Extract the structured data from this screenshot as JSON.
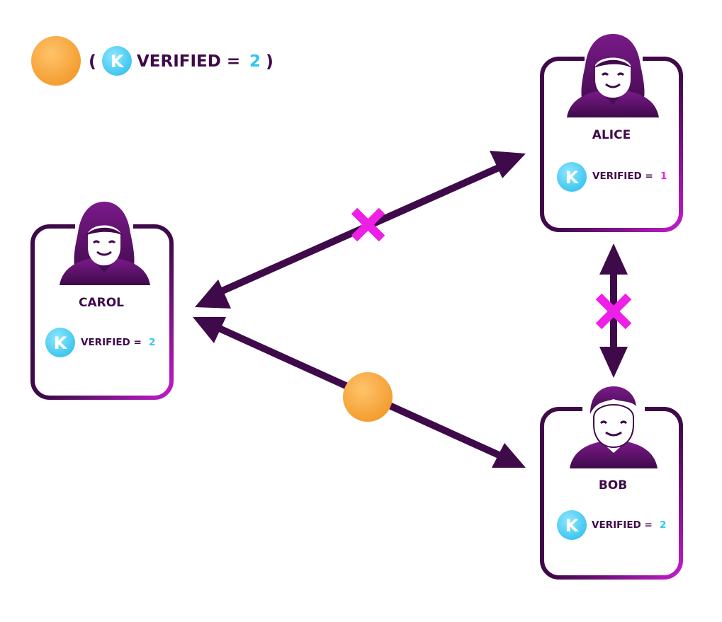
{
  "legend": {
    "open_paren": "(",
    "k_letter": "K",
    "verified_label": "VERIFIED =",
    "value": "2",
    "close_paren": ")"
  },
  "nodes": {
    "alice": {
      "name": "ALICE",
      "k_letter": "K",
      "verified_label": "VERIFIED =",
      "value": "1"
    },
    "carol": {
      "name": "CAROL",
      "k_letter": "K",
      "verified_label": "VERIFIED =",
      "value": "2"
    },
    "bob": {
      "name": "BOB",
      "k_letter": "K",
      "verified_label": "VERIFIED =",
      "value": "2"
    }
  },
  "colors": {
    "ink": "#3f0a4a",
    "accent_magenta": "#ee1fe6",
    "value_cyan": "#2fc6ef",
    "token_orange": "#f6a53c",
    "k_badge": "#5bd6f7"
  },
  "icons": {
    "token": "orange-circle-token",
    "blocked": "magenta-x-icon",
    "k_badge": "k-badge-icon",
    "avatar_female": "female-avatar-icon",
    "avatar_male": "male-avatar-icon"
  }
}
